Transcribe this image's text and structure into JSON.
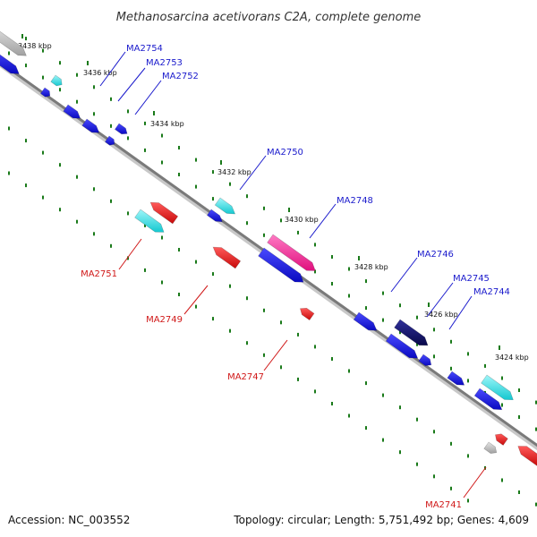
{
  "title": "Methanosarcina acetivorans C2A, complete genome",
  "footer": {
    "accession": "Accession: NC_003552",
    "summary": "Topology: circular; Length: 5,751,492 bp; Genes: 4,609"
  },
  "colors": {
    "backbone": "#888888",
    "dots": "#1a7a1a",
    "forward_label": "#1a1acc",
    "reverse_label": "#d01818",
    "gene_blue": "#1414e6",
    "gene_cyan": "#1ee0e6",
    "gene_red": "#e61414",
    "gene_pink": "#ff2aa0",
    "gene_navy": "#101070",
    "gene_gray": "#bdbdbd"
  },
  "ticks": [
    {
      "label": "3438 kbp",
      "kbp": 3438
    },
    {
      "label": "3436 kbp",
      "kbp": 3436
    },
    {
      "label": "3434 kbp",
      "kbp": 3434
    },
    {
      "label": "3432 kbp",
      "kbp": 3432
    },
    {
      "label": "3430 kbp",
      "kbp": 3430
    },
    {
      "label": "3428 kbp",
      "kbp": 3428
    },
    {
      "label": "3426 kbp",
      "kbp": 3426
    },
    {
      "label": "3424 kbp",
      "kbp": 3424
    }
  ],
  "gene_labels": [
    {
      "name": "MA2754",
      "strand": "forward"
    },
    {
      "name": "MA2753",
      "strand": "forward"
    },
    {
      "name": "MA2752",
      "strand": "forward"
    },
    {
      "name": "MA2750",
      "strand": "forward"
    },
    {
      "name": "MA2748",
      "strand": "forward"
    },
    {
      "name": "MA2746",
      "strand": "forward"
    },
    {
      "name": "MA2745",
      "strand": "forward"
    },
    {
      "name": "MA2744",
      "strand": "forward"
    },
    {
      "name": "MA2751",
      "strand": "reverse"
    },
    {
      "name": "MA2749",
      "strand": "reverse"
    },
    {
      "name": "MA2747",
      "strand": "reverse"
    },
    {
      "name": "MA2741",
      "strand": "reverse"
    }
  ]
}
